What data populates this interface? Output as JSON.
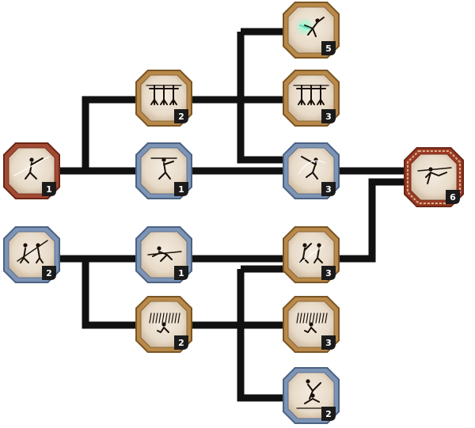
{
  "screen": "skill-tree",
  "colors": {
    "connector": "#111111",
    "red_frame": "#a24a33",
    "red_frame_dark": "#6a2616",
    "gold_frame": "#b8894a",
    "gold_frame_dark": "#7a5524",
    "blue_frame": "#7d94b5",
    "blue_frame_dark": "#4b6284",
    "ornate_frame": "#9b3a25",
    "ornate_trim": "#d9b68a",
    "parchment": "#efe6da",
    "parchment_shade": "#d8c8b3",
    "badge_bg": "#1b1b1b",
    "badge_text": "#ffffff",
    "glow": "#5fd6b4"
  },
  "nodes": [
    {
      "id": "red-start",
      "variant": "red",
      "art": "slash-figure-icon",
      "badge": "1"
    },
    {
      "id": "gold-trio-1",
      "variant": "gold",
      "art": "three-figures-icon",
      "badge": "2"
    },
    {
      "id": "gold-glow-top",
      "variant": "gold",
      "art": "glowing-leap-figure-icon",
      "badge": "5"
    },
    {
      "id": "gold-trio-2",
      "variant": "gold",
      "art": "three-figures-icon",
      "badge": "3"
    },
    {
      "id": "blue-lunge",
      "variant": "blue",
      "art": "lunge-figure-icon",
      "badge": "1"
    },
    {
      "id": "blue-strike",
      "variant": "blue",
      "art": "strike-figure-icon",
      "badge": "3"
    },
    {
      "id": "ornate-final",
      "variant": "ornate",
      "art": "thrust-figure-icon",
      "badge": "6"
    },
    {
      "id": "blue-spear",
      "variant": "blue",
      "art": "spear-duel-icon",
      "badge": "2"
    },
    {
      "id": "blue-charge",
      "variant": "blue",
      "art": "charge-figure-icon",
      "badge": "1"
    },
    {
      "id": "gold-duel",
      "variant": "gold",
      "art": "duel-figures-icon",
      "badge": "3"
    },
    {
      "id": "gold-grass-1",
      "variant": "gold",
      "art": "grass-figure-icon",
      "badge": "2"
    },
    {
      "id": "gold-grass-2",
      "variant": "gold",
      "art": "grass-figure-icon",
      "badge": "3"
    },
    {
      "id": "blue-kick",
      "variant": "blue",
      "art": "kick-figure-icon",
      "badge": "2"
    }
  ]
}
